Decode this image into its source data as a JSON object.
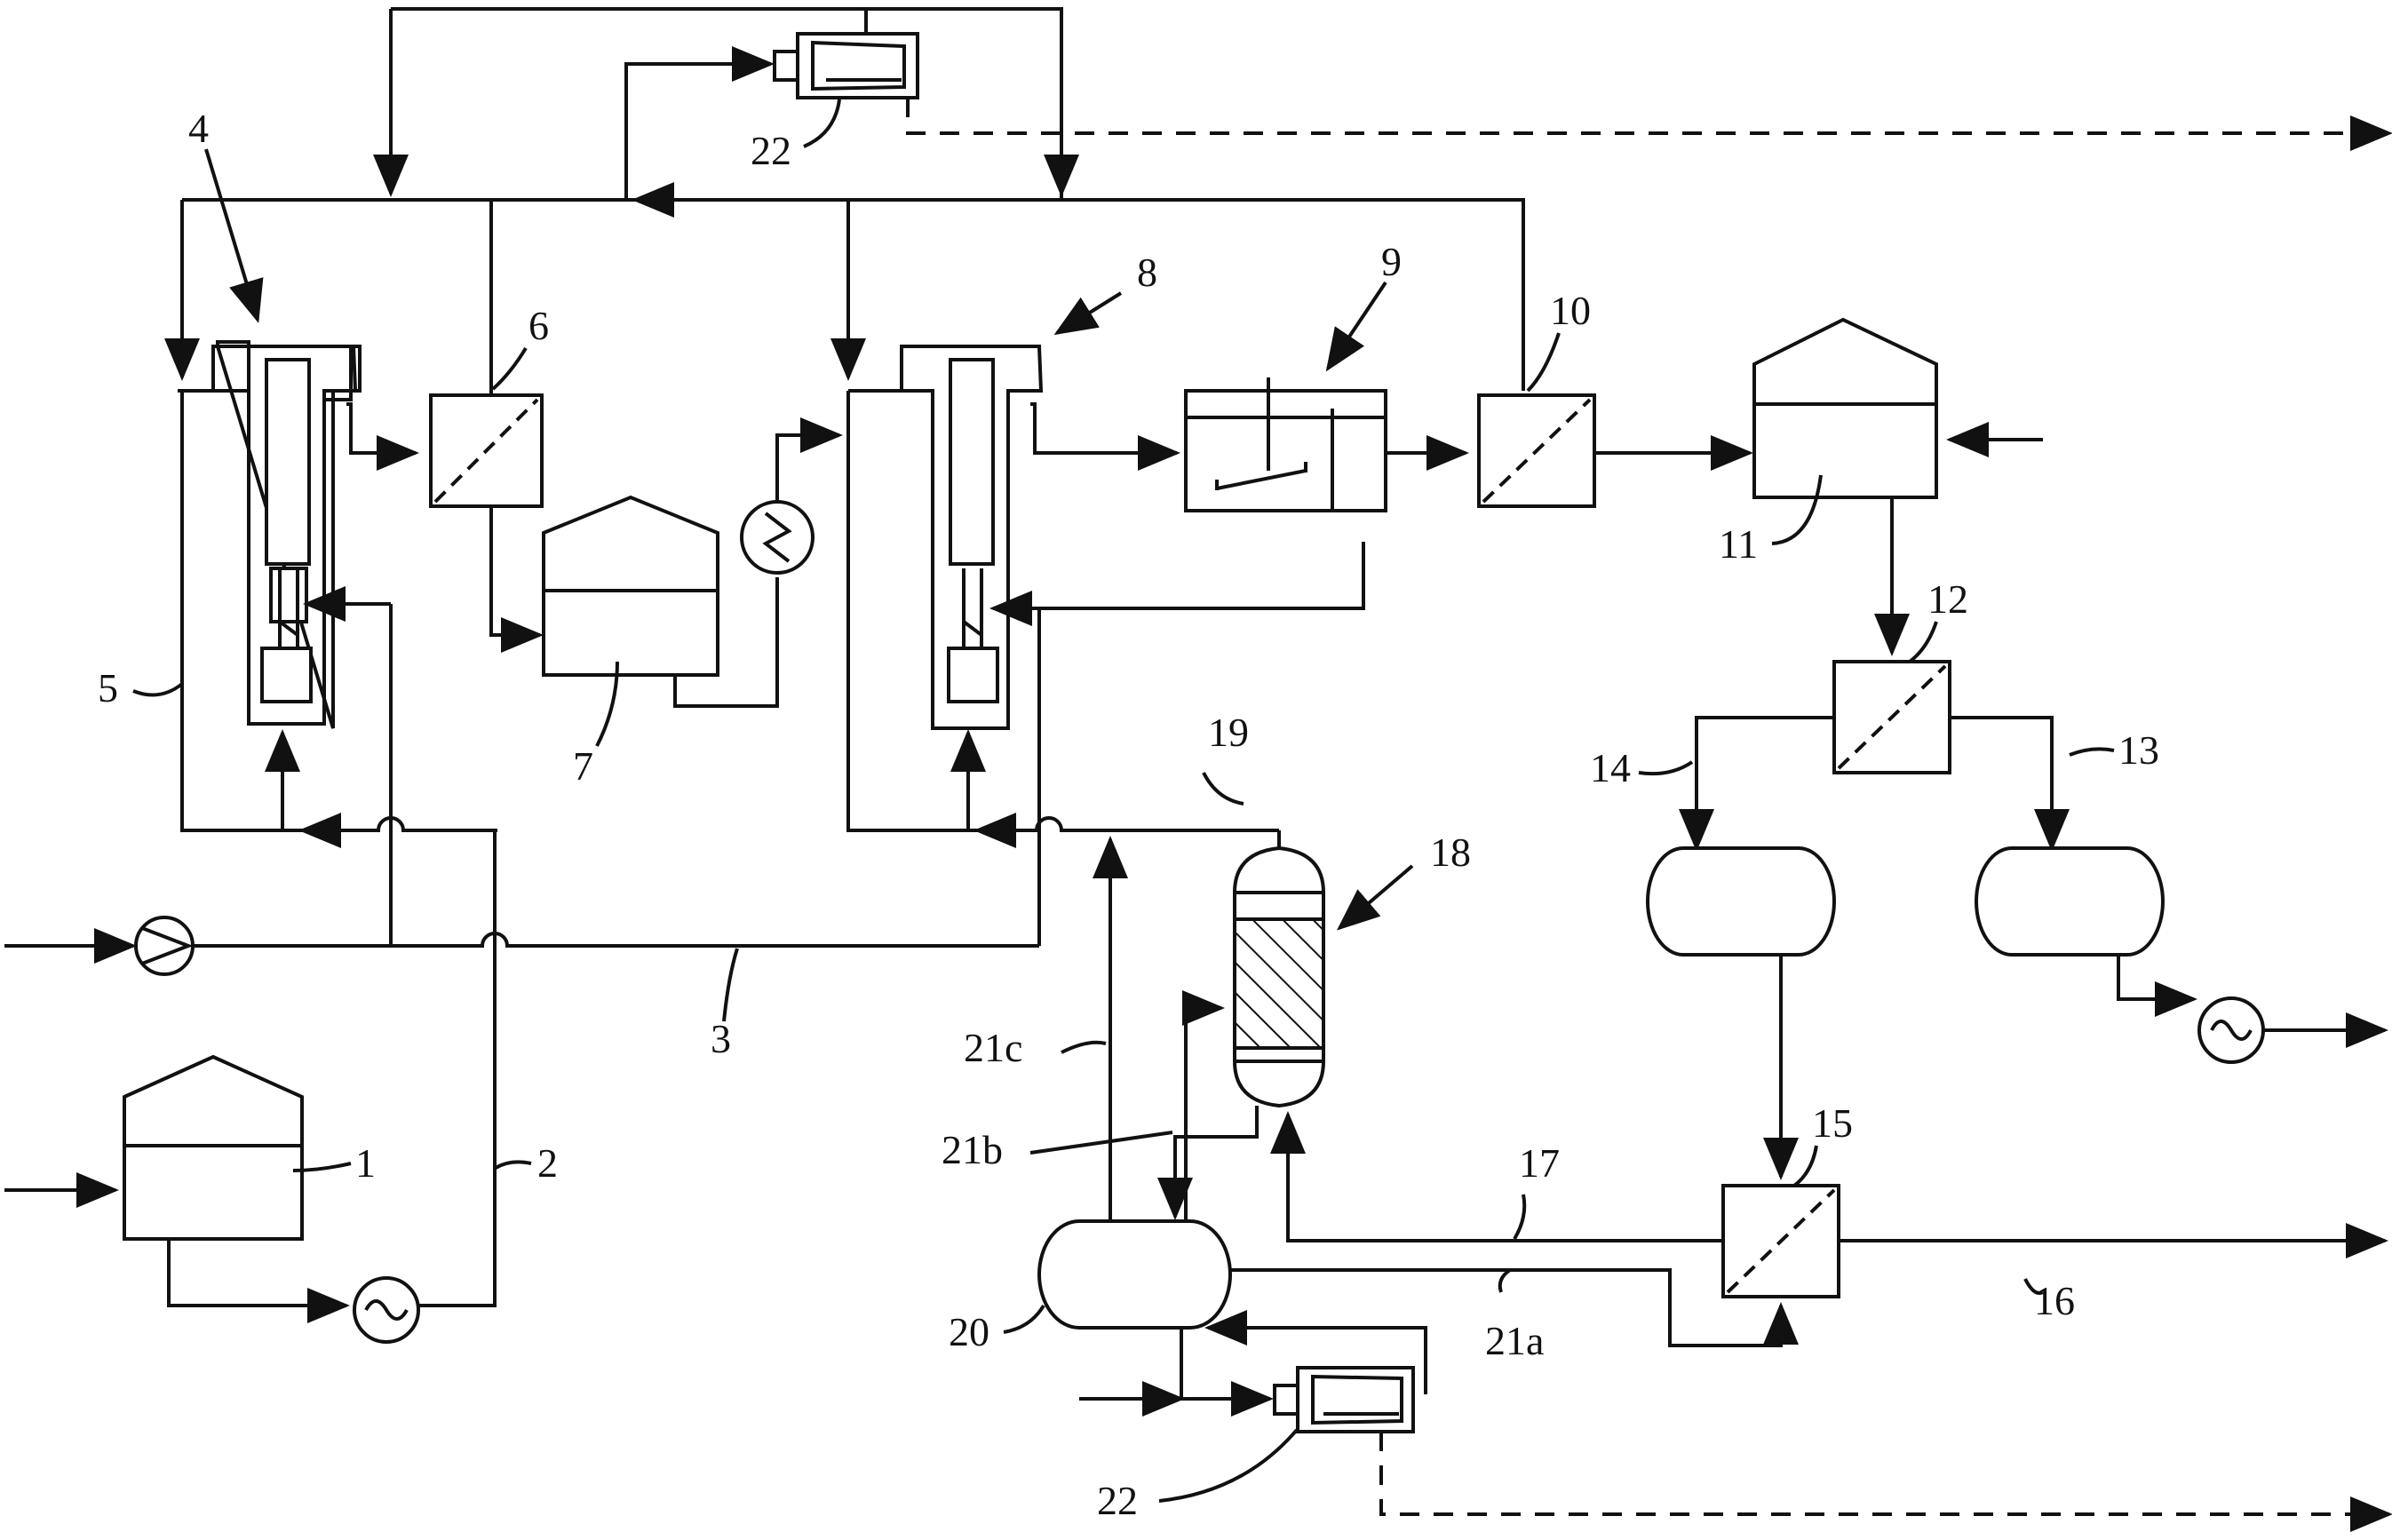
{
  "labels": {
    "l1": "1",
    "l2": "2",
    "l3": "3",
    "l4": "4",
    "l5": "5",
    "l6": "6",
    "l7": "7",
    "l8": "8",
    "l9": "9",
    "l10": "10",
    "l11": "11",
    "l12": "12",
    "l13": "13",
    "l14": "14",
    "l15": "15",
    "l16": "16",
    "l17": "17",
    "l18": "18",
    "l19": "19",
    "l20": "20",
    "l21a": "21a",
    "l21b": "21b",
    "l21c": "21c",
    "l22_top": "22",
    "l22_bottom": "22"
  }
}
